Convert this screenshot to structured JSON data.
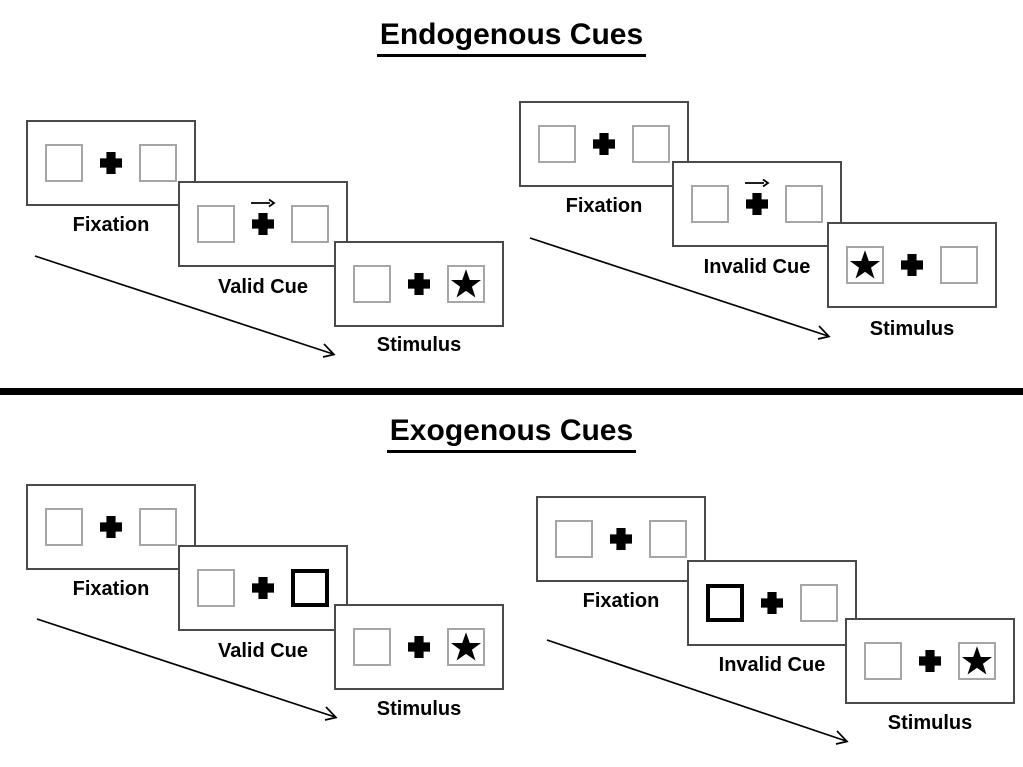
{
  "colors": {
    "background": "#ffffff",
    "ink": "#000000",
    "panel_border": "#4a4a4a",
    "square_border": "#a6a6a6"
  },
  "sections": [
    {
      "title": "Endogenous Cues",
      "sequences": [
        {
          "name": "valid-trial",
          "panels": [
            {
              "label": "Fixation",
              "left_square": "empty",
              "right_square": "empty",
              "cue_arrow": false
            },
            {
              "label": "Valid Cue",
              "left_square": "empty",
              "right_square": "empty",
              "cue_arrow": true
            },
            {
              "label": "Stimulus",
              "left_square": "empty",
              "right_square": "star",
              "cue_arrow": false
            }
          ]
        },
        {
          "name": "invalid-trial",
          "panels": [
            {
              "label": "Fixation",
              "left_square": "empty",
              "right_square": "empty",
              "cue_arrow": false
            },
            {
              "label": "Invalid Cue",
              "left_square": "empty",
              "right_square": "empty",
              "cue_arrow": true
            },
            {
              "label": "Stimulus",
              "left_square": "star",
              "right_square": "empty",
              "cue_arrow": false
            }
          ]
        }
      ]
    },
    {
      "title": "Exogenous Cues",
      "sequences": [
        {
          "name": "valid-trial",
          "panels": [
            {
              "label": "Fixation",
              "left_square": "empty",
              "right_square": "empty",
              "cue_arrow": false
            },
            {
              "label": "Valid Cue",
              "left_square": "empty",
              "right_square": "bold",
              "cue_arrow": false
            },
            {
              "label": "Stimulus",
              "left_square": "empty",
              "right_square": "star",
              "cue_arrow": false
            }
          ]
        },
        {
          "name": "invalid-trial",
          "panels": [
            {
              "label": "Fixation",
              "left_square": "empty",
              "right_square": "empty",
              "cue_arrow": false
            },
            {
              "label": "Invalid Cue",
              "left_square": "bold",
              "right_square": "empty",
              "cue_arrow": false
            },
            {
              "label": "Stimulus",
              "left_square": "empty",
              "right_square": "star",
              "cue_arrow": false
            }
          ]
        }
      ]
    }
  ]
}
